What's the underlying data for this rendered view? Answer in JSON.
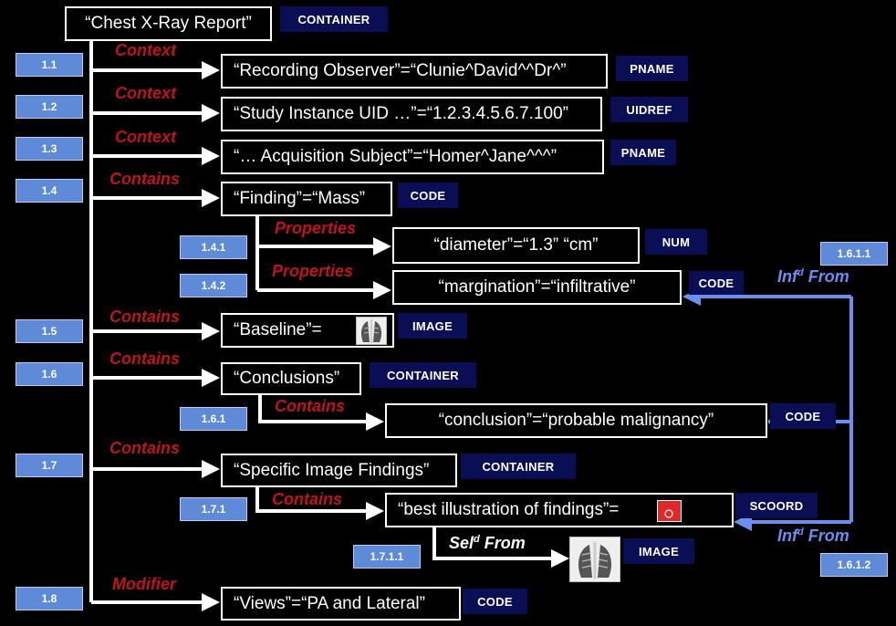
{
  "colors": {
    "background": "#000000",
    "connector": "#ffffff",
    "relationship_label": "#c0141c",
    "value_type_box": "#0a0f55",
    "index_box": "#5f8ad8",
    "reference_arrow": "#6b8ff0"
  },
  "root": {
    "label": "“Chest X-Ray Report”",
    "type": "CONTAINER"
  },
  "items": {
    "i1_1": {
      "index": "1.1",
      "relation": "Context",
      "label": "“Recording Observer”=“Clunie^David^^Dr^”",
      "type": "PNAME"
    },
    "i1_2": {
      "index": "1.2",
      "relation": "Context",
      "label": "“Study Instance UID …”=“1.2.3.4.5.6.7.100”",
      "type": "UIDREF"
    },
    "i1_3": {
      "index": "1.3",
      "relation": "Context",
      "label": "“… Acquisition Subject”=“Homer^Jane^^^”",
      "type": "PNAME"
    },
    "i1_4": {
      "index": "1.4",
      "relation": "Contains",
      "label": "“Finding”=“Mass”",
      "type": "CODE"
    },
    "i1_4_1": {
      "index": "1.4.1",
      "relation": "Properties",
      "label": "“diameter”=“1.3” “cm”",
      "type": "NUM"
    },
    "i1_4_2": {
      "index": "1.4.2",
      "relation": "Properties",
      "label": "“margination”=“infiltrative”",
      "type": "CODE"
    },
    "i1_5": {
      "index": "1.5",
      "relation": "Contains",
      "label": "“Baseline”=",
      "type": "IMAGE",
      "icon": "chest-xray-thumbnail-icon"
    },
    "i1_6": {
      "index": "1.6",
      "relation": "Contains",
      "label": "“Conclusions”",
      "type": "CONTAINER"
    },
    "i1_6_1": {
      "index": "1.6.1",
      "relation": "Contains",
      "label": "“conclusion”=“probable malignancy”",
      "type": "CODE"
    },
    "i1_7": {
      "index": "1.7",
      "relation": "Contains",
      "label": "“Specific Image Findings”",
      "type": "CONTAINER"
    },
    "i1_7_1": {
      "index": "1.7.1",
      "relation": "Contains",
      "label": "“best illustration of findings”=",
      "type": "SCOORD",
      "icon": "region-marker-icon"
    },
    "i1_7_1_1": {
      "index": "1.7.1.1",
      "relation": "Sel",
      "relation_sup": "d",
      "relation_suffix": " From",
      "type": "IMAGE",
      "icon": "chest-xray-thumbnail-icon"
    },
    "i1_8": {
      "index": "1.8",
      "relation": "Modifier",
      "label": "“Views”=“PA and Lateral”",
      "type": "CODE"
    }
  },
  "references": {
    "r1_6_1_1": {
      "index": "1.6.1.1",
      "relation": "Inf",
      "relation_sup": "d",
      "relation_suffix": " From"
    },
    "r1_6_1_2": {
      "index": "1.6.1.2",
      "relation": "Inf",
      "relation_sup": "d",
      "relation_suffix": " From"
    }
  }
}
